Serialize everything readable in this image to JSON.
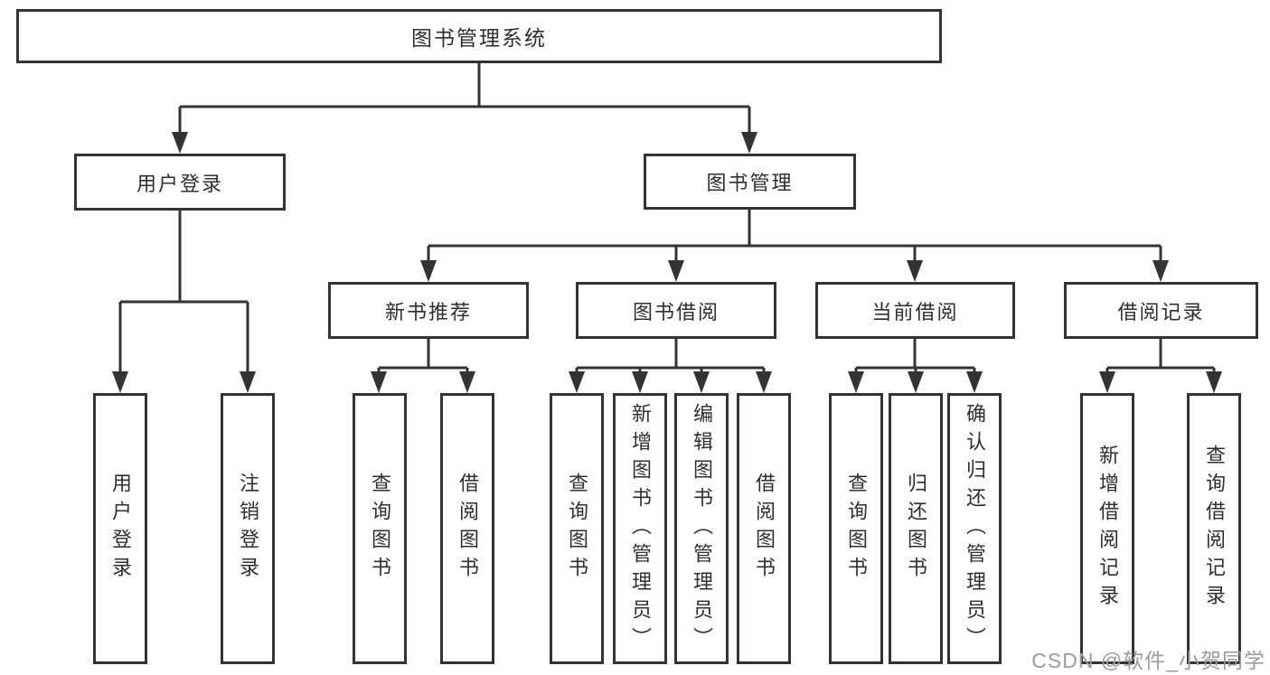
{
  "tree": {
    "label": "图书管理系统",
    "children": [
      {
        "label": "用户登录",
        "children": [
          {
            "label": "用户登录"
          },
          {
            "label": "注销登录"
          }
        ]
      },
      {
        "label": "图书管理",
        "children": [
          {
            "label": "新书推荐",
            "children": [
              {
                "label": "查询图书"
              },
              {
                "label": "借阅图书"
              }
            ]
          },
          {
            "label": "图书借阅",
            "children": [
              {
                "label": "查询图书"
              },
              {
                "label": "新增图书（管理员）"
              },
              {
                "label": "编辑图书（管理员）"
              },
              {
                "label": "借阅图书"
              }
            ]
          },
          {
            "label": "当前借阅",
            "children": [
              {
                "label": "查询图书"
              },
              {
                "label": "归还图书"
              },
              {
                "label": "确认归还（管理员）"
              }
            ]
          },
          {
            "label": "借阅记录",
            "children": [
              {
                "label": "新增借阅记录"
              },
              {
                "label": "查询借阅记录"
              }
            ]
          }
        ]
      }
    ]
  },
  "watermark": "CSDN @软件_小贺同学",
  "colors": {
    "line": "#333333",
    "text": "#2f2f2f",
    "watermark": "#9b9b9b",
    "background": "#ffffff"
  }
}
